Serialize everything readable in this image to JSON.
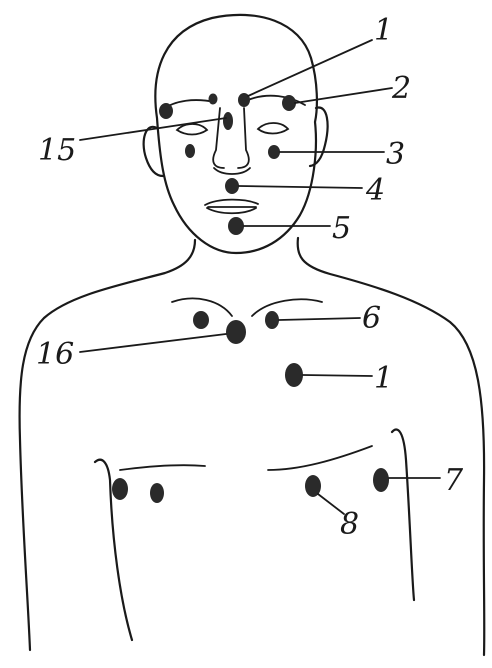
{
  "labels": {
    "l1_top": "1",
    "l2": "2",
    "l3": "3",
    "l4": "4",
    "l5": "5",
    "l6": "6",
    "l1_chest": "1",
    "l7": "7",
    "l8": "8",
    "l15": "15",
    "l16": "16"
  },
  "colors": {
    "ink": "#1a1a1a",
    "dot": "#2a2a2a",
    "background": "#ffffff"
  }
}
